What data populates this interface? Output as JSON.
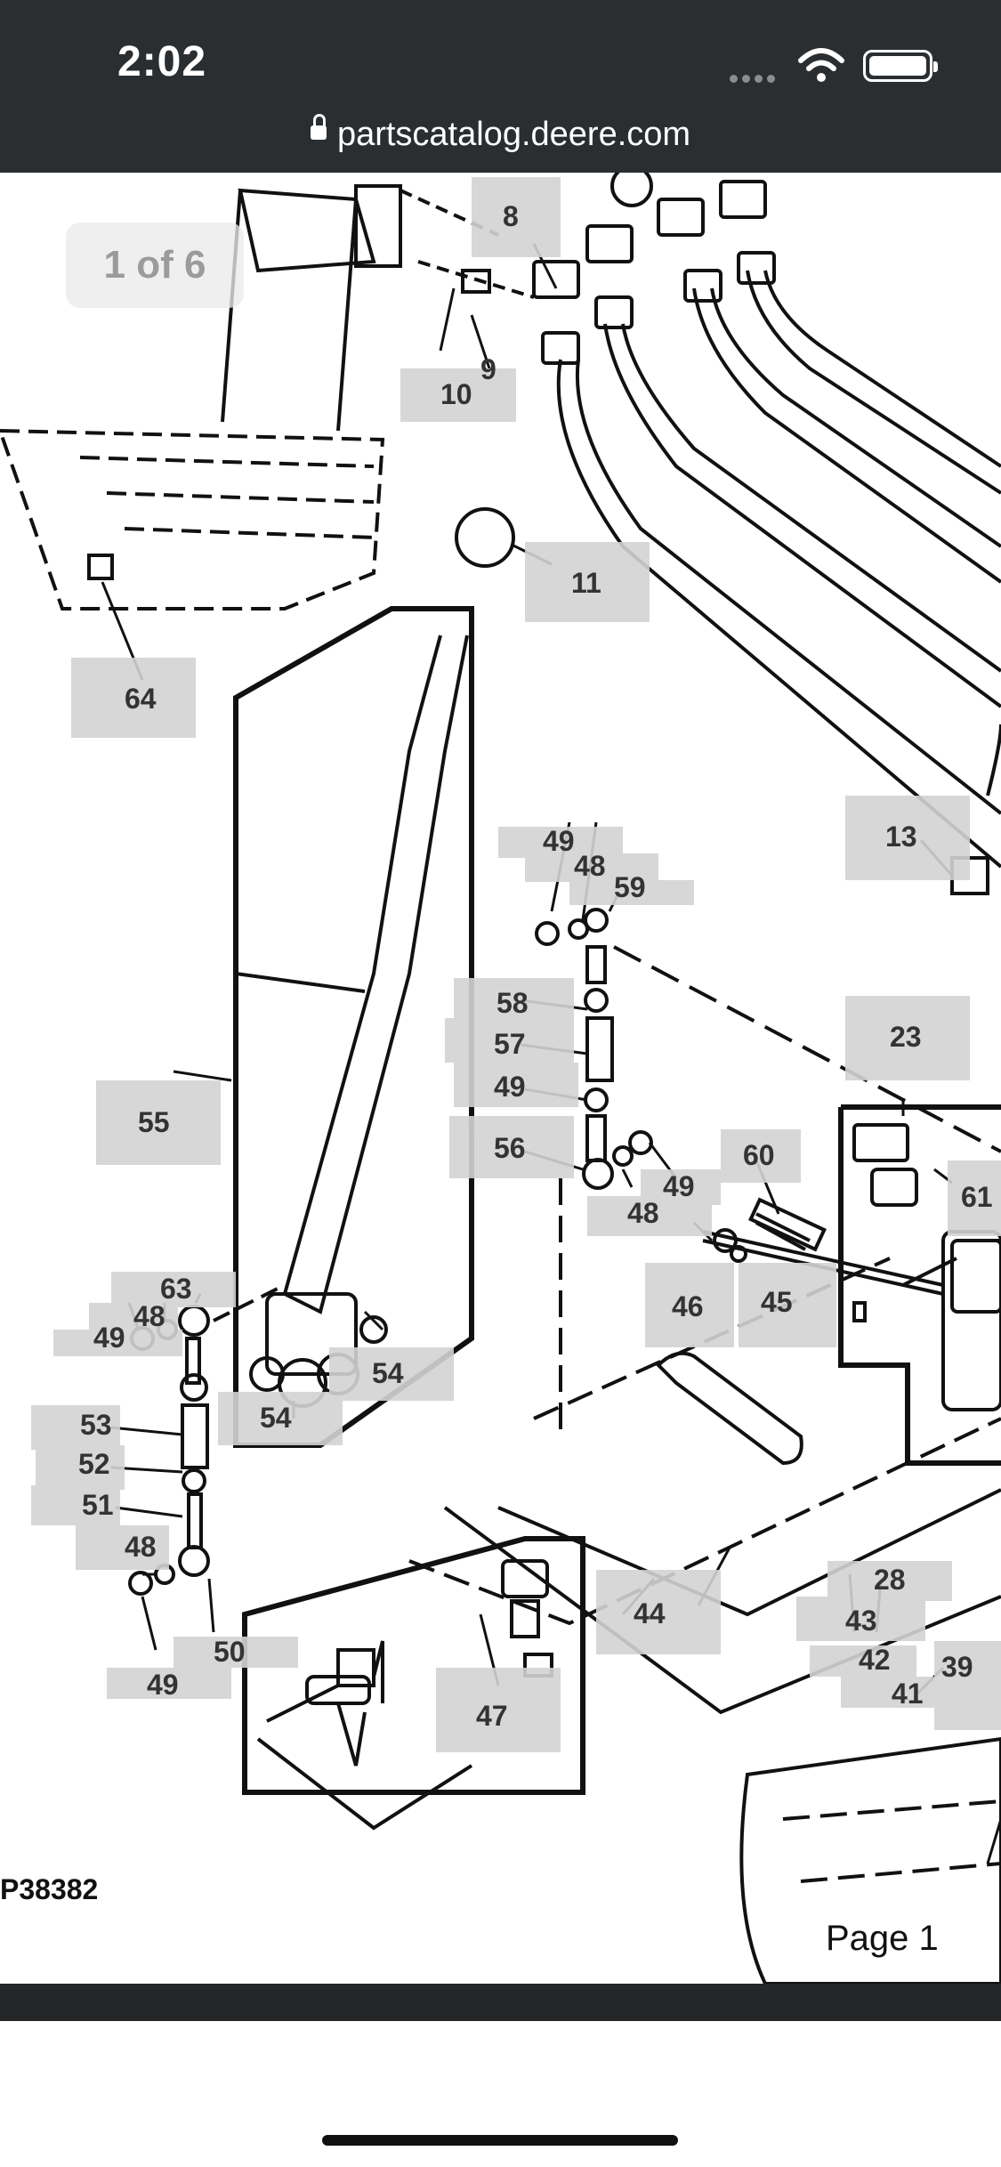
{
  "status": {
    "time": "2:02"
  },
  "browser": {
    "url": "partscatalog.deere.com"
  },
  "viewer": {
    "page_counter": "1 of 6",
    "page_label": "Page 1"
  },
  "diagram": {
    "figure_id": "P38382",
    "callouts": [
      "8",
      "9",
      "10",
      "11",
      "64",
      "13",
      "49",
      "48",
      "59",
      "58",
      "57",
      "56",
      "23",
      "60",
      "61",
      "55",
      "63",
      "54",
      "53",
      "52",
      "51",
      "50",
      "46",
      "45",
      "44",
      "28",
      "43",
      "42",
      "41",
      "47",
      "39"
    ]
  }
}
